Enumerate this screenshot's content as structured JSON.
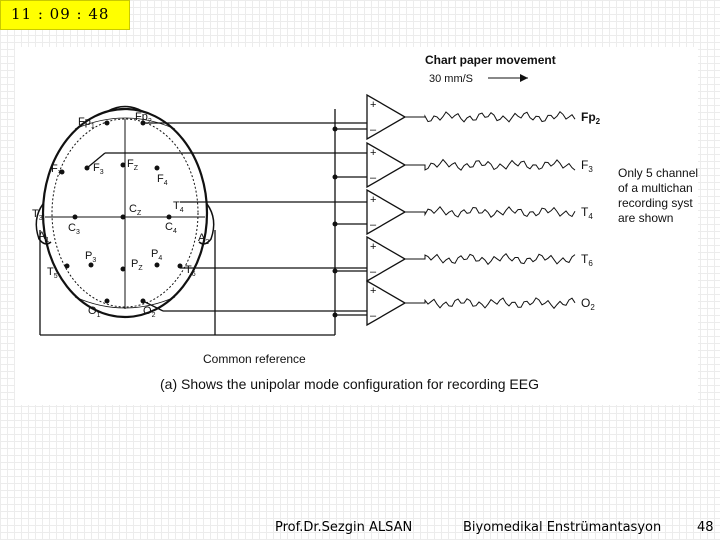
{
  "clock": {
    "time": "11 : 09 : 48"
  },
  "figure": {
    "header": "Chart paper movement",
    "speed": "30 mm/S",
    "electrodes": {
      "fp1": [
        "Fp",
        "1"
      ],
      "fp2": [
        "Fp",
        "2"
      ],
      "f7": [
        "F",
        "7"
      ],
      "f3": [
        "F",
        "3"
      ],
      "fz": [
        "F",
        "Z"
      ],
      "f4": [
        "F",
        "4"
      ],
      "t3": [
        "T",
        "3"
      ],
      "c3": [
        "C",
        "3"
      ],
      "cz": [
        "C",
        "Z"
      ],
      "c4": [
        "C",
        "4"
      ],
      "t4": [
        "T",
        "4"
      ],
      "a1": [
        "A",
        "1"
      ],
      "a2": [
        "A",
        "2"
      ],
      "t5": [
        "T",
        "5"
      ],
      "p3": [
        "P",
        "3"
      ],
      "pz": [
        "P",
        "Z"
      ],
      "p4": [
        "P",
        "4"
      ],
      "t6": [
        "T",
        "6"
      ],
      "o1": [
        "O",
        "1"
      ],
      "o2": [
        "O",
        "2"
      ]
    },
    "amp_plus": "+",
    "amp_minus": "–",
    "channels": [
      {
        "name": "Fp",
        "sub": "2",
        "bold": true
      },
      {
        "name": "F",
        "sub": "3",
        "bold": false
      },
      {
        "name": "T",
        "sub": "4",
        "bold": false
      },
      {
        "name": "T",
        "sub": "6",
        "bold": false
      },
      {
        "name": "O",
        "sub": "2",
        "bold": false
      }
    ],
    "note": [
      "Only 5 channel",
      "of a multichan",
      "recording syst",
      "are shown"
    ],
    "reference_label": "Common reference",
    "caption": "(a) Shows the unipolar mode configuration for recording EEG"
  },
  "footer": {
    "author": "Prof.Dr.Sezgin ALSAN",
    "course": "Biyomedikal Enstrümantasyon",
    "page": "48"
  }
}
